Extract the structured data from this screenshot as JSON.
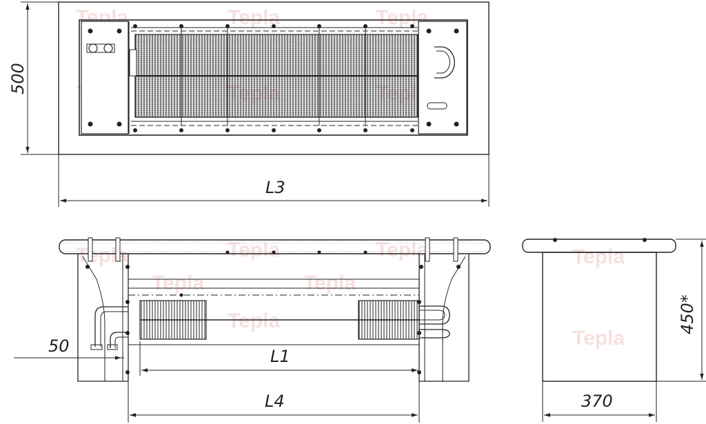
{
  "drawing": {
    "dimensions": {
      "height_top": "500",
      "length_total": "L3",
      "length_l1": "L1",
      "length_l4": "L4",
      "offset": "50",
      "height_side": "450*",
      "width_side": "370"
    },
    "watermark": "Tepla",
    "colors": {
      "line": "#222222",
      "watermark": "#f0c4c4"
    }
  }
}
